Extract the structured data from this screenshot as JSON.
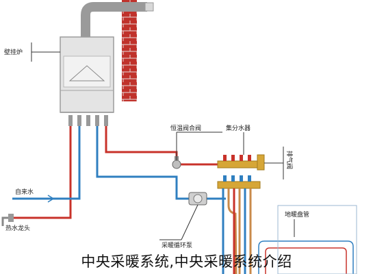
{
  "labels": {
    "boiler": "壁挂炉",
    "mixing_valve": "恒温阀合阀",
    "manifold": "集分水器",
    "exhaust_valve": "排气阀",
    "cold_water": "自来水",
    "hot_water_tap": "热水龙头",
    "circulation_pump": "采暖循环泵",
    "floor_coil": "地暖盘管"
  },
  "caption": "中央采暖系统,中央采暖系统介绍",
  "colors": {
    "hot_pipe": "#c8322a",
    "cold_pipe": "#2f7fc0",
    "brick": "#c0322b",
    "flue": "#9a9a9a",
    "boiler_body": "#e4e4e4",
    "brass": "#d6a637",
    "floor_pipe": "#c98a4a"
  }
}
